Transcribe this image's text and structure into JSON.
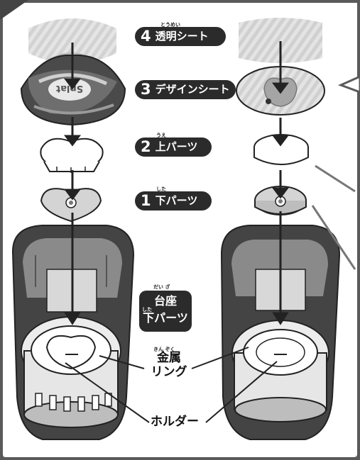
{
  "steps": [
    {
      "number": "4",
      "label": "透明シート",
      "ruby": "とうめい"
    },
    {
      "number": "3",
      "label": "デザインシート",
      "ruby": ""
    },
    {
      "number": "2",
      "label": "上パーツ",
      "ruby": "うえ"
    },
    {
      "number": "1",
      "label": "下パーツ",
      "ruby": "した"
    }
  ],
  "base": {
    "line1": "台座",
    "line1_ruby": "だい ざ",
    "line2": "下パーツ",
    "line2_ruby": "した"
  },
  "metal_ring": {
    "line1": "金属",
    "line1_ruby": "きん ぞく",
    "line2": "リング"
  },
  "holder": {
    "label": "ホルダー"
  },
  "design_sheet_print": {
    "text": "Splat"
  },
  "colors": {
    "dark": "#2b2b2b",
    "mid_gray": "#9a9a9a",
    "light_gray": "#d6d6d6",
    "frame": "#3a3a3a"
  }
}
